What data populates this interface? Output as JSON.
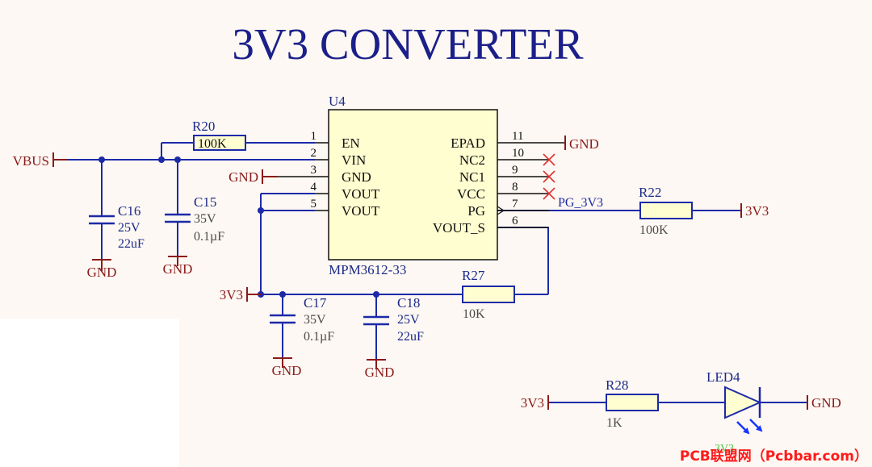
{
  "title": "3V3 CONVERTER",
  "colors": {
    "wire": "#1c2aa8",
    "ref": "#1b2a8a",
    "value": "#4a4a4a",
    "power": "#8b1a1a",
    "pin": "#8b1a1a",
    "ic_fill": "#fffed0",
    "noconnect": "#e03030",
    "led_arrow": "#1536ff",
    "watermark": "#ff1a1a",
    "watermark_ghost": "#2fbf2f"
  },
  "ic": {
    "designator": "U4",
    "part": "MPM3612-33",
    "left_pins": [
      {
        "num": "1",
        "name": "EN"
      },
      {
        "num": "2",
        "name": "VIN"
      },
      {
        "num": "3",
        "name": "GND"
      },
      {
        "num": "4",
        "name": "VOUT"
      },
      {
        "num": "5",
        "name": "VOUT"
      }
    ],
    "right_pins": [
      {
        "num": "11",
        "name": "EPAD"
      },
      {
        "num": "10",
        "name": "NC2"
      },
      {
        "num": "9",
        "name": "NC1"
      },
      {
        "num": "8",
        "name": "VCC"
      },
      {
        "num": "7",
        "name": "PG"
      },
      {
        "num": "6",
        "name": "VOUT_S"
      }
    ]
  },
  "resistors": {
    "r20": {
      "ref": "R20",
      "value": "100K"
    },
    "r22": {
      "ref": "R22",
      "value": "100K"
    },
    "r27": {
      "ref": "R27",
      "value": "10K"
    },
    "r28": {
      "ref": "R28",
      "value": "1K"
    }
  },
  "capacitors": {
    "c16": {
      "ref": "C16",
      "voltage": "25V",
      "value": "22uF"
    },
    "c15": {
      "ref": "C15",
      "voltage": "35V",
      "value": "0.1µF"
    },
    "c17": {
      "ref": "C17",
      "voltage": "35V",
      "value": "0.1µF"
    },
    "c18": {
      "ref": "C18",
      "voltage": "25V",
      "value": "22uF"
    }
  },
  "led": {
    "ref": "LED4"
  },
  "nets": {
    "vbus": "VBUS",
    "gnd": "GND",
    "v3v3": "3V3",
    "pg": "PG_3V3"
  },
  "watermark": {
    "text": "PCB联盟网（Pcbbar.com）",
    "ghost": "3V3"
  }
}
